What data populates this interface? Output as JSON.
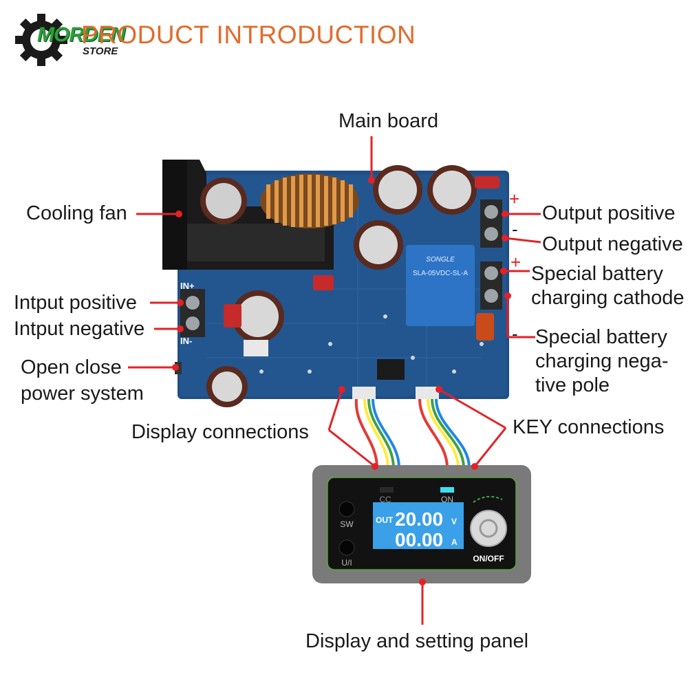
{
  "logo": {
    "brand": "MORDEN",
    "sub": "STORE"
  },
  "title": "PRODUCT INTRODUCTION",
  "labels": {
    "main_board": "Main board",
    "cooling_fan": "Cooling fan",
    "input_positive": "Intput positive",
    "input_negative": "Intput negative",
    "open_close_line1": "Open close",
    "open_close_line2": "power system",
    "output_positive": "Output positive",
    "output_negative": "Output negative",
    "battery_cathode_line1": "Special battery",
    "battery_cathode_line2": "charging cathode",
    "battery_negative_line1": "Special battery",
    "battery_negative_line2": "charging nega-",
    "battery_negative_line3": "tive pole",
    "display_connections": "Display connections",
    "key_connections": "KEY connections",
    "display_panel": "Display and setting panel"
  },
  "signs": {
    "plus": "+",
    "minus": "-"
  },
  "board": {
    "in_plus": "IN+",
    "in_minus": "IN-",
    "relay_brand": "SONGLE",
    "relay_model": "SLA-05VDC-SL-A"
  },
  "panel": {
    "cc": "CC",
    "on": "ON",
    "sw": "SW",
    "ui": "U/I",
    "out": "OUT",
    "voltage": "20.00",
    "voltage_unit": "V",
    "current": "00.00",
    "current_unit": "A",
    "onoff": "ON/OFF"
  },
  "colors": {
    "title": "#e36a2a",
    "pointer": "#e32227",
    "pcb": "#1f4f86",
    "lcd": "#3aa0e8"
  }
}
